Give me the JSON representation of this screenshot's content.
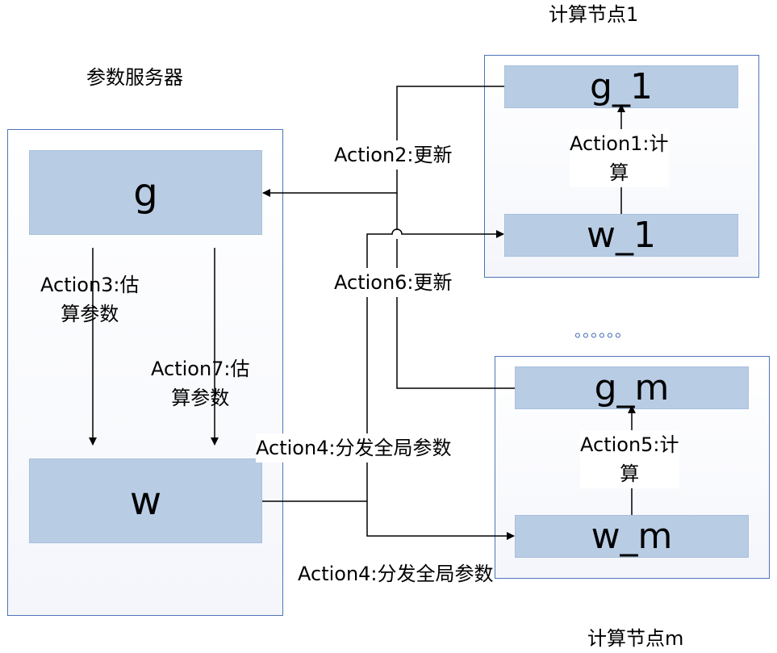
{
  "server": {
    "title": "参数服务器",
    "g_label": "g",
    "w_label": "w"
  },
  "node1": {
    "title": "计算节点1",
    "g_label": "g_1",
    "w_label": "w_1",
    "compute_action": [
      "Action1:计",
      "算"
    ]
  },
  "nodem": {
    "title": "计算节点m",
    "g_label": "g_m",
    "w_label": "w_m",
    "compute_action": [
      "Action5:计",
      "算"
    ]
  },
  "ellipsis": "。。。。。。",
  "actions": {
    "update1": "Action2:更新",
    "update2": "Action6:更新",
    "estimate1": [
      "Action3:估",
      "算参数"
    ],
    "estimate2": [
      "Action7:估",
      "算参数"
    ],
    "distribute1": "Action4:分发全局参数",
    "distribute2": "Action4:分发全局参数"
  }
}
